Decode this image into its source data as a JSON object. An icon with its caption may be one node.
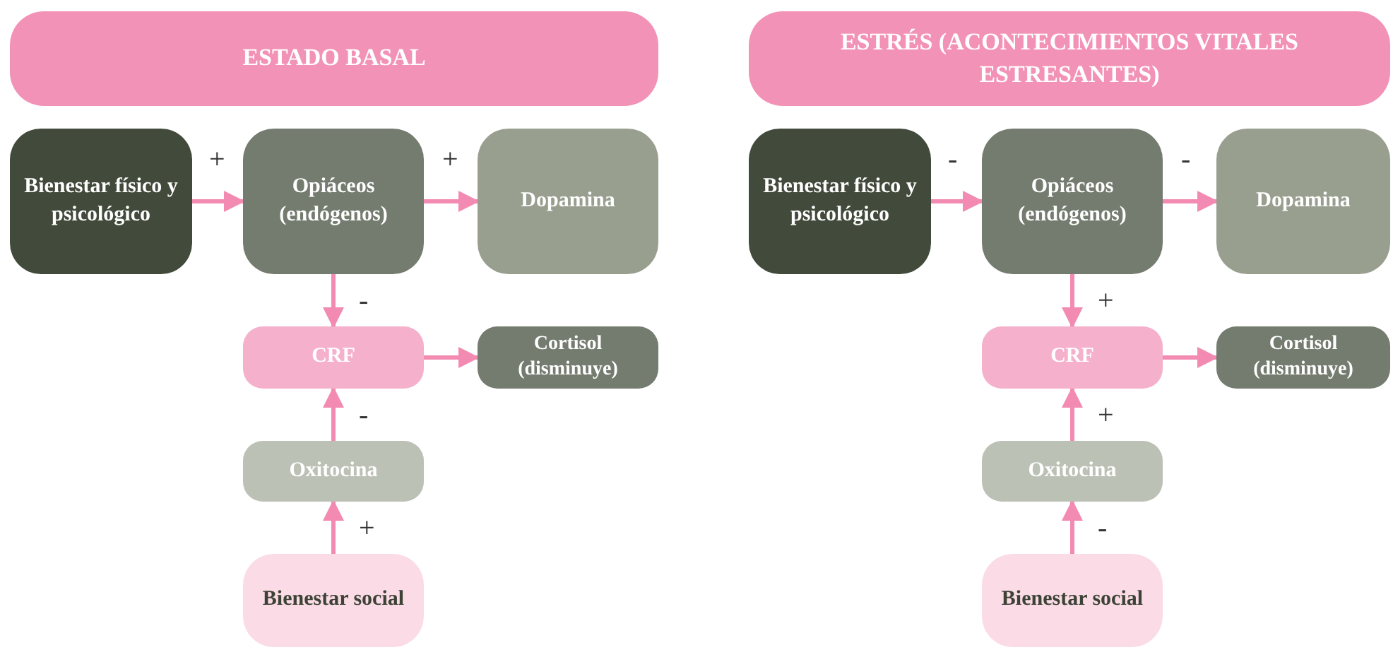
{
  "diagram": {
    "nodes": [
      {
        "text": [
          "ESTADO BASAL"
        ]
      },
      {
        "text": [
          "Bienestar físico y psicológico"
        ]
      },
      {
        "text": [
          "Opiáceos (endógenos)"
        ]
      },
      {
        "text": [
          "Dopamina"
        ]
      },
      {
        "text": [
          "CRF"
        ]
      },
      {
        "text": [
          "Cortisol (disminuye)"
        ]
      },
      {
        "text": [
          "Oxitocina"
        ]
      },
      {
        "text": [
          "Bienestar social"
        ]
      },
      {
        "text": [
          "ESTRÉS (ACONTECIMIENTOS VITALES ESTRESANTES)"
        ]
      },
      {
        "text": [
          "Bienestar físico y psicológico"
        ]
      },
      {
        "text": [
          "Opiáceos (endógenos)"
        ]
      },
      {
        "text": [
          "Dopamina"
        ]
      },
      {
        "text": [
          "CRF"
        ]
      },
      {
        "text": [
          "Cortisol (disminuye)"
        ]
      },
      {
        "text": [
          "Oxitocina"
        ]
      },
      {
        "text": [
          "Bienestar social"
        ]
      }
    ],
    "edges": [
      {
        "from": 1,
        "to": 2,
        "arrow": "to",
        "label": "+"
      },
      {
        "from": 2,
        "to": 3,
        "arrow": "to",
        "label": "+"
      },
      {
        "from": 2,
        "to": 4,
        "arrow": "to",
        "label": "-"
      },
      {
        "from": 4,
        "to": 5,
        "arrow": "to"
      },
      {
        "from": 6,
        "to": 4,
        "arrow": "to",
        "label": "-"
      },
      {
        "from": 7,
        "to": 6,
        "arrow": "to",
        "label": "+"
      },
      {
        "from": 9,
        "to": 10,
        "arrow": "to",
        "label": "-"
      },
      {
        "from": 10,
        "to": 11,
        "arrow": "to",
        "label": "-"
      },
      {
        "from": 10,
        "to": 12,
        "arrow": "to",
        "label": "+"
      },
      {
        "from": 12,
        "to": 13,
        "arrow": "to"
      },
      {
        "from": 14,
        "to": 12,
        "arrow": "to",
        "label": "+"
      },
      {
        "from": 15,
        "to": 14,
        "arrow": "to",
        "label": "-"
      }
    ]
  }
}
